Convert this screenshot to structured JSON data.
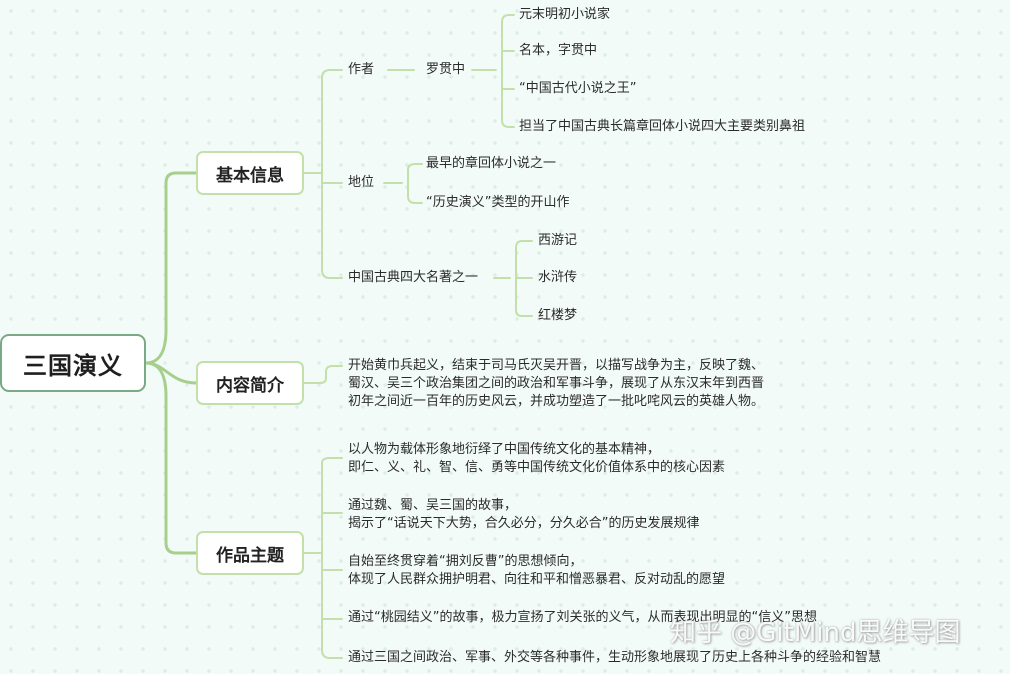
{
  "root": "三国演义",
  "branches": {
    "info": "基本信息",
    "summary": "内容简介",
    "theme": "作品主题"
  },
  "info": {
    "author_label": "作者",
    "author_name": "罗贯中",
    "author_details": [
      "元末明初小说家",
      "名本，字贯中",
      "“中国古代小说之王”",
      "担当了中国古典长篇章回体小说四大主要类别鼻祖"
    ],
    "status_label": "地位",
    "status_details": [
      "最早的章回体小说之一",
      "“历史演义”类型的开山作"
    ],
    "classics_label": "中国古典四大名著之一",
    "classics": [
      "西游记",
      "水浒传",
      "红楼梦"
    ]
  },
  "summary_lines": [
    "开始黄巾兵起义，结束于司马氏灭吴开晋，以描写战争为主，反映了魏、",
    "蜀汉、吴三个政治集团之间的政治和军事斗争，展现了从东汉末年到西晋",
    "初年之间近一百年的历史风云，并成功塑造了一批叱咤风云的英雄人物。"
  ],
  "themes": [
    [
      "以人物为载体形象地衍绎了中国传统文化的基本精神，",
      "即仁、义、礼、智、信、勇等中国传统文化价值体系中的核心因素"
    ],
    [
      "通过魏、蜀、吴三国的故事，",
      "揭示了“话说天下大势，合久必分，分久必合”的历史发展规律"
    ],
    [
      "自始至终贯穿着“拥刘反曹”的思想倾向，",
      "体现了人民群众拥护明君、向往和平和憎恶暴君、反对动乱的愿望"
    ],
    [
      "通过“桃园结义”的故事，极力宣扬了刘关张的义气，从而表现出明显的“信义”思想"
    ],
    [
      "通过三国之间政治、军事、外交等各种事件，生动形象地展现了历史上各种斗争的经验和智慧"
    ]
  ],
  "watermark": "知乎 @GitMind思维导图",
  "colors": {
    "root_border": "#7aa986",
    "branch_border": "#c3e0ab",
    "connector": "#c3e0ab",
    "background": "#f2fbf7"
  }
}
